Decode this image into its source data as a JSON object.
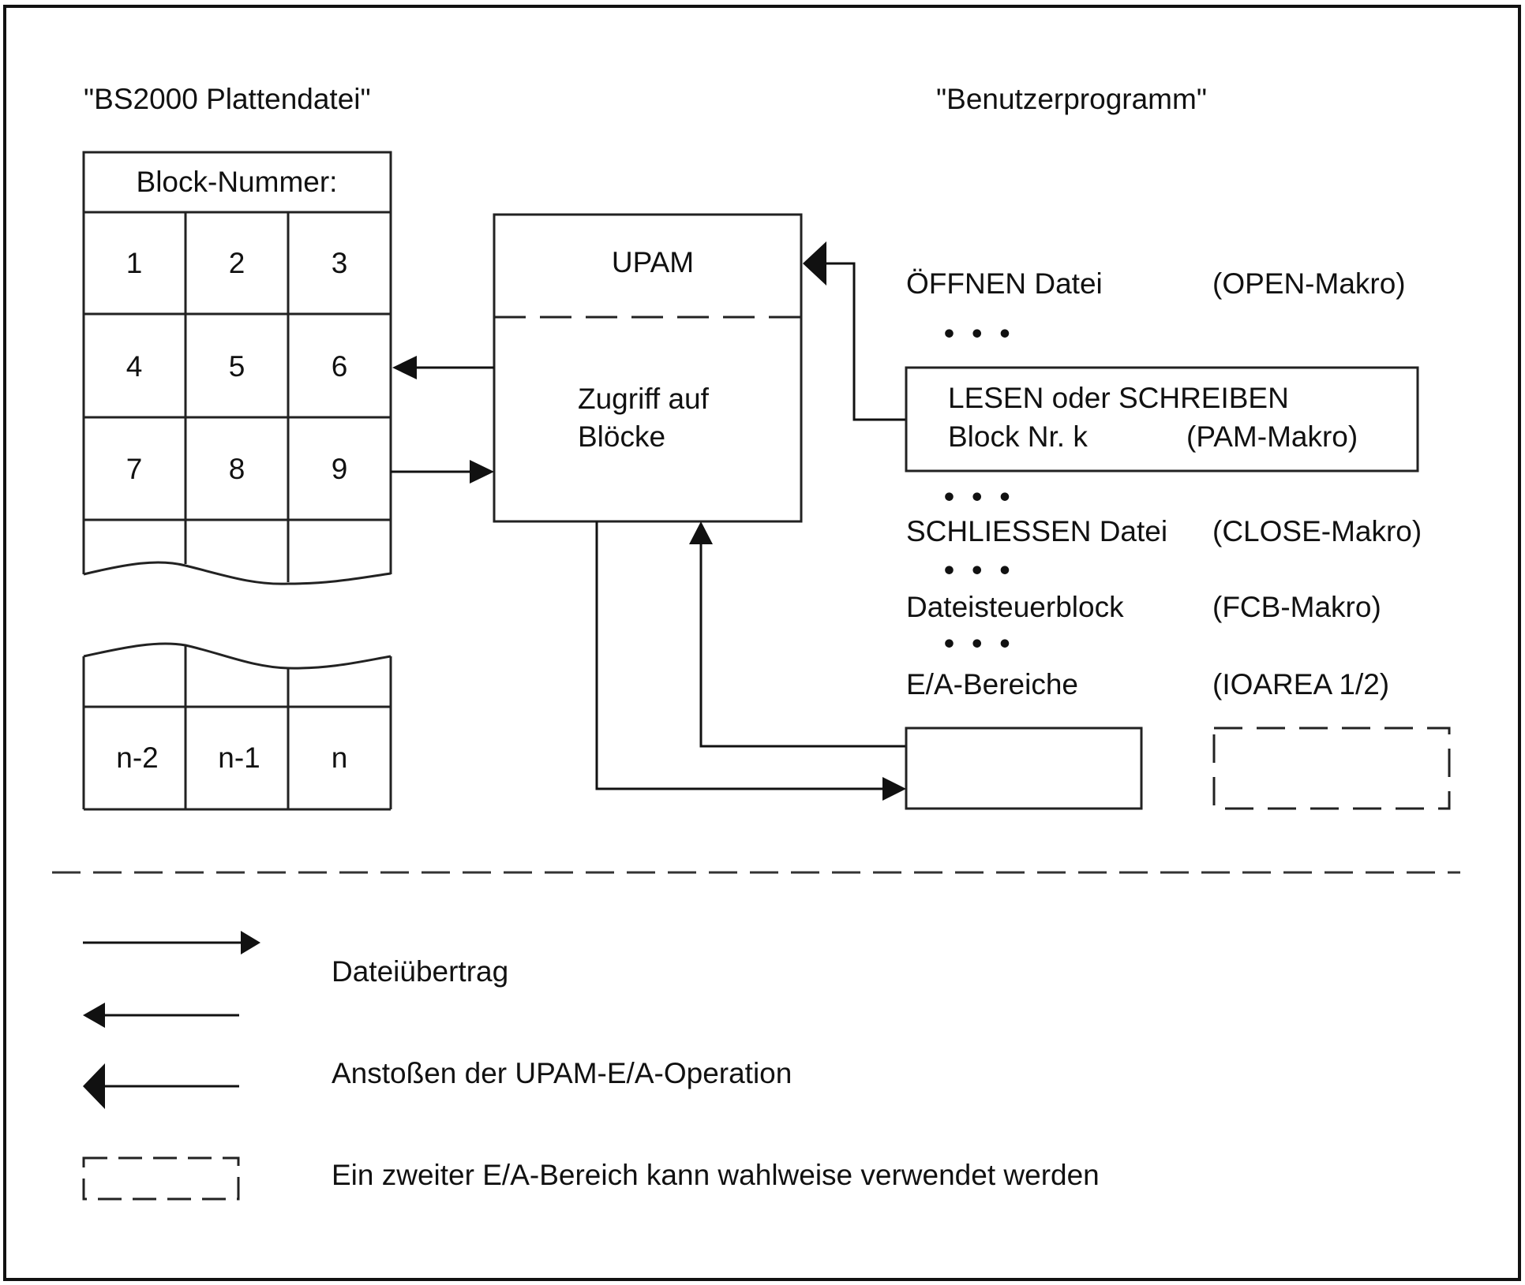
{
  "left_title": "\"BS2000 Plattendatei\"",
  "right_title": "\"Benutzerprogramm\"",
  "block_table": {
    "header": "Block-Nummer:",
    "rows": [
      [
        "1",
        "2",
        "3"
      ],
      [
        "4",
        "5",
        "6"
      ],
      [
        "7",
        "8",
        "9"
      ]
    ],
    "tail_row": [
      "n-2",
      "n-1",
      "n"
    ]
  },
  "upam_box": {
    "title": "UPAM",
    "body_line1": "Zugriff auf",
    "body_line2": "Blöcke"
  },
  "program_steps": [
    {
      "label": "ÖFFNEN Datei",
      "macro": "(OPEN-Makro)"
    },
    {
      "label_line1": "LESEN oder SCHREIBEN",
      "label_line2": "Block Nr. k",
      "macro": "(PAM-Makro)"
    },
    {
      "label": "SCHLIESSEN Datei",
      "macro": "(CLOSE-Makro)"
    },
    {
      "label": "Dateisteuerblock",
      "macro": "(FCB-Makro)"
    },
    {
      "label": "E/A-Bereiche",
      "macro": "(IOAREA 1/2)"
    }
  ],
  "ellipsis": "• • •",
  "legend": {
    "file_transfer": "Dateiübertrag",
    "trigger_io": "Anstoßen der UPAM-E/A-Operation",
    "optional_area": "Ein zweiter E/A-Bereich kann wahlweise verwendet werden"
  }
}
